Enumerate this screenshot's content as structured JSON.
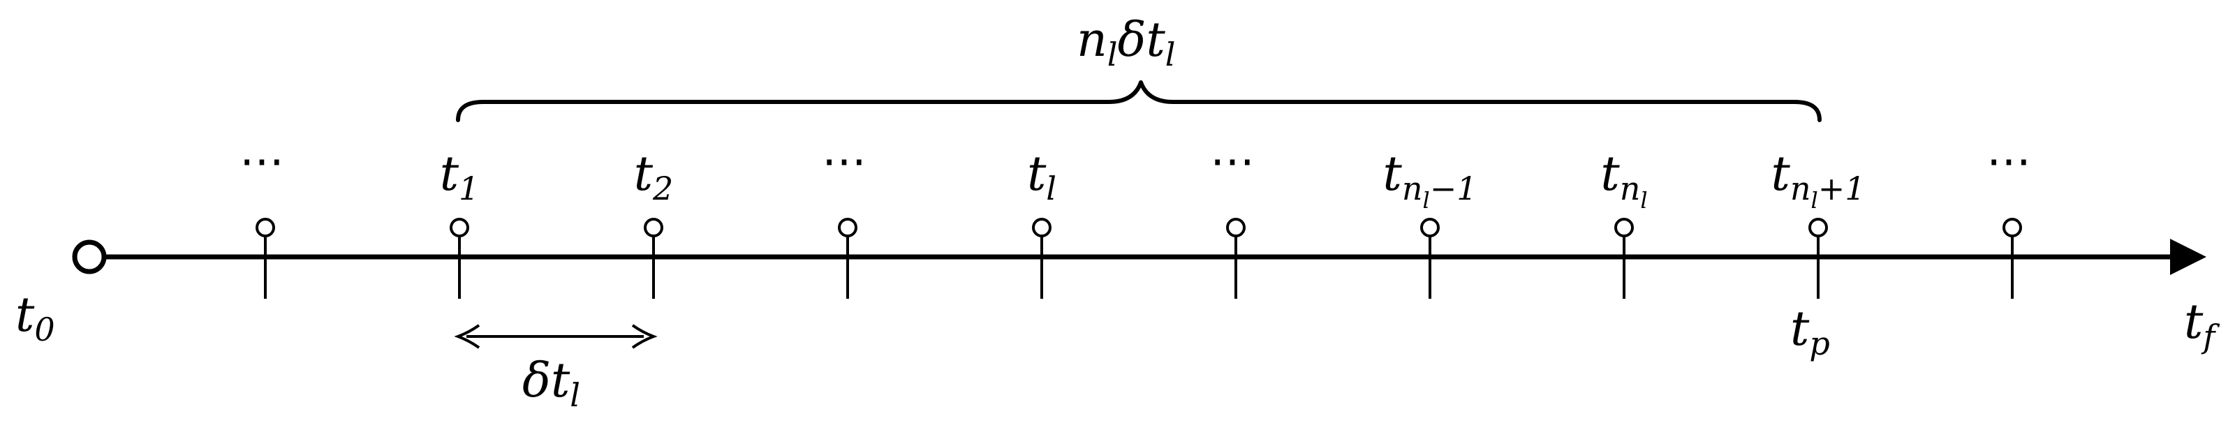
{
  "labels": {
    "t0": {
      "base": "t",
      "sub": "0"
    },
    "tf": {
      "base": "t",
      "sub": "f"
    },
    "tp": {
      "base": "t",
      "sub": "p"
    },
    "dt": {
      "pre": "δt",
      "sub": "l"
    },
    "brace": {
      "n": "n",
      "n_sub": "l",
      "mid": "δt",
      "t_sub": "l"
    }
  },
  "ticks": [
    {
      "kind": "dots",
      "text": "⋯"
    },
    {
      "kind": "sub",
      "base": "t",
      "sub": "1"
    },
    {
      "kind": "sub",
      "base": "t",
      "sub": "2"
    },
    {
      "kind": "dots",
      "text": "⋯"
    },
    {
      "kind": "sub",
      "base": "t",
      "sub": "l"
    },
    {
      "kind": "dots",
      "text": "⋯"
    },
    {
      "kind": "subsub",
      "base": "t",
      "sub": "n",
      "subsub": "l",
      "tail": "−1"
    },
    {
      "kind": "subsub",
      "base": "t",
      "sub": "n",
      "subsub": "l",
      "tail": ""
    },
    {
      "kind": "subsub",
      "base": "t",
      "sub": "n",
      "subsub": "l",
      "tail": "+1"
    },
    {
      "kind": "dots",
      "text": "⋯"
    }
  ]
}
